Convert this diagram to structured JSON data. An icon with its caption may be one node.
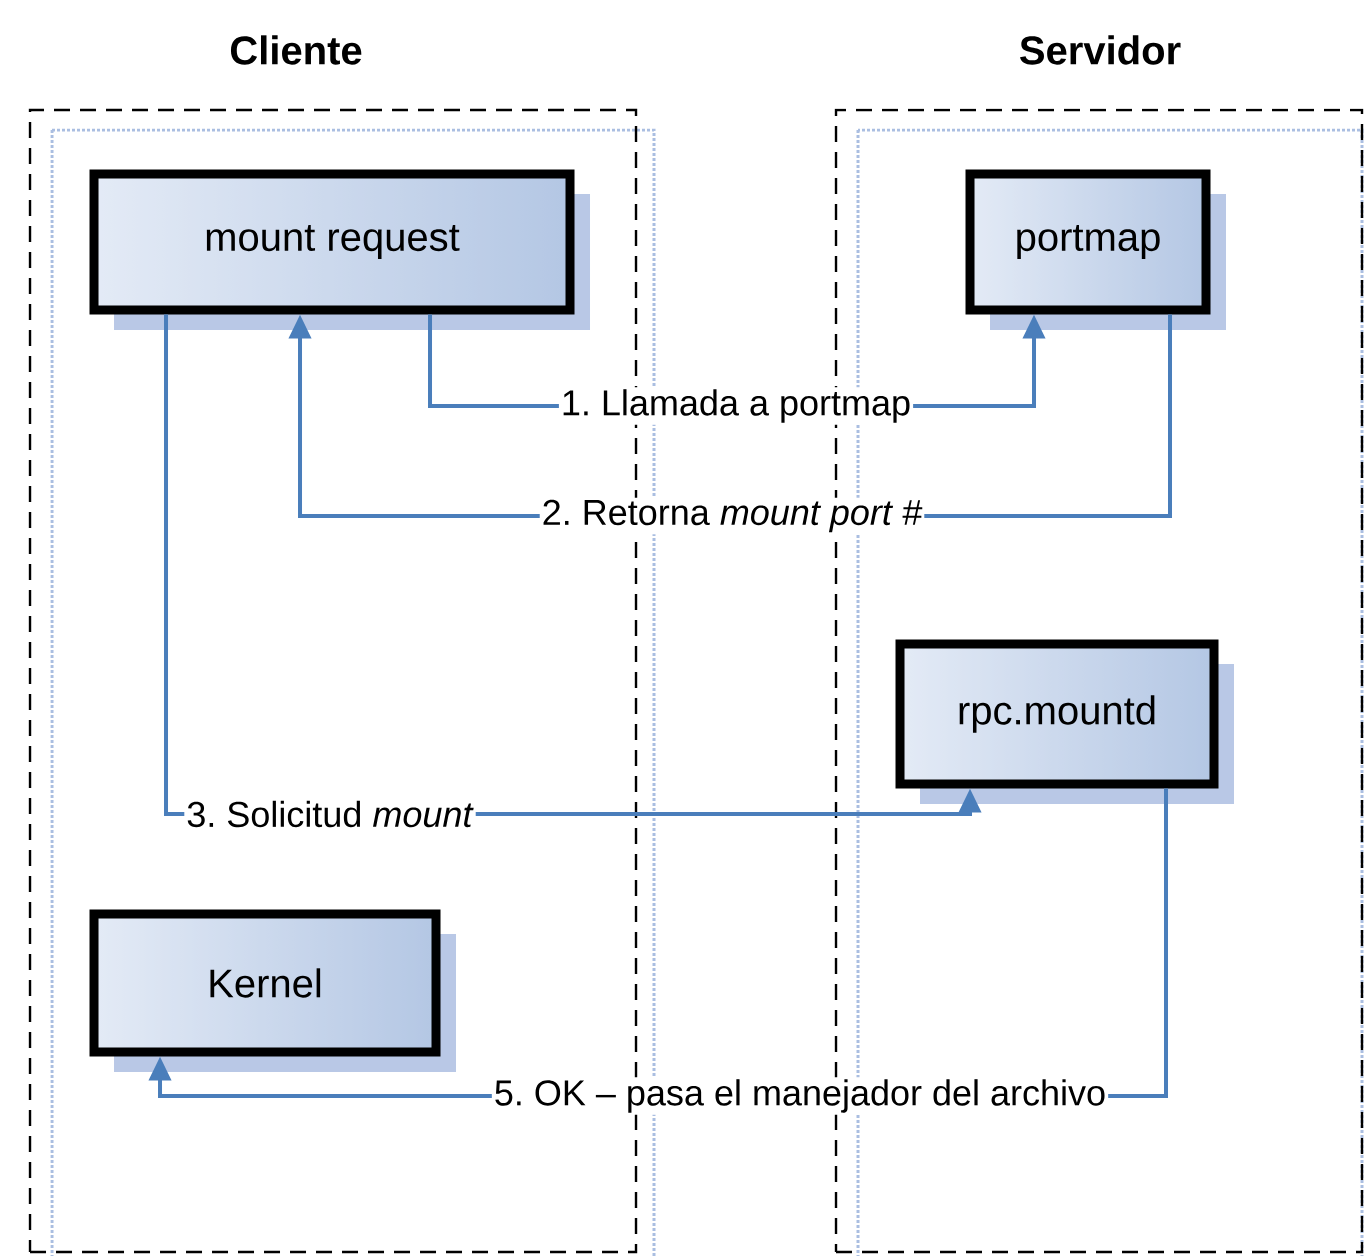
{
  "diagram": {
    "nodes": [
      {
        "text": [
          "Cliente"
        ]
      },
      {
        "text": [
          "Servidor"
        ]
      },
      {
        "text": [
          "mount request"
        ],
        "in": 0
      },
      {
        "text": [
          "portmap"
        ],
        "in": 1
      },
      {
        "text": [
          "rpc.mountd"
        ],
        "in": 1
      },
      {
        "text": [
          "Kernel"
        ],
        "in": 0
      }
    ],
    "edges": [
      {
        "from": 2,
        "to": 3,
        "arrow": "to",
        "label": "1. Llamada a portmap"
      },
      {
        "from": 3,
        "to": 2,
        "arrow": "to",
        "label": "2. Retorna *mount port #*"
      },
      {
        "from": 2,
        "to": 4,
        "arrow": "to",
        "label": "3. Solicitud *mount*"
      },
      {
        "from": 4,
        "to": 5,
        "arrow": "to",
        "label": "5. OK – pasa el manejador del archivo"
      }
    ]
  }
}
